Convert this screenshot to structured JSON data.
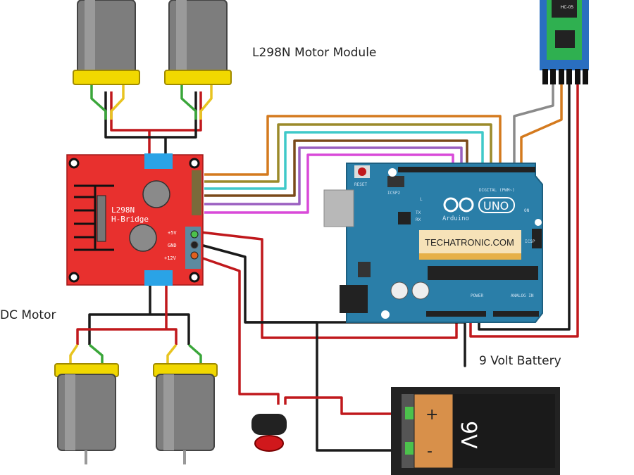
{
  "labels": {
    "motor_module": "L298N Motor Module",
    "dc_motor": "DC Motor",
    "battery": "9 Volt Battery"
  },
  "l298n": {
    "name": "L298N",
    "subtitle": "H-Bridge",
    "pin_5v": "+5V",
    "pin_gnd": "GND",
    "pin_12v": "+12V"
  },
  "arduino": {
    "brand": "Arduino",
    "model": "UNO",
    "reset": "RESET",
    "icsp2": "ICSP2",
    "icsp": "ICSP",
    "digital": "DIGITAL (PWM~)",
    "power": "POWER",
    "analog": "ANALOG IN",
    "on": "ON",
    "led_l": "L",
    "tx": "TX",
    "rx": "RX",
    "sticker": "TECHATRONIC.COM"
  },
  "bluetooth": {
    "name": "HC-05"
  },
  "battery": {
    "label": "9V",
    "plus": "+",
    "minus": "-"
  },
  "colors": {
    "board_red": "#e8302e",
    "arduino_blue": "#2a7ea8",
    "motor_gray": "#7d7d7d",
    "motor_cap": "#f1d800",
    "terminal_blue": "#2aa3e6",
    "wire_red": "#c0181c",
    "wire_black": "#1a1a1a",
    "wire_green": "#3aa63a",
    "wire_orange": "#d47a1e",
    "wire_olive": "#9b8a2a",
    "wire_cyan": "#3fc9c9",
    "wire_brown": "#7a4a1a",
    "wire_purple": "#9a5fc0",
    "wire_magenta": "#d94ad9",
    "wire_gray": "#8a8a8a",
    "battery_orange": "#d8904a"
  }
}
